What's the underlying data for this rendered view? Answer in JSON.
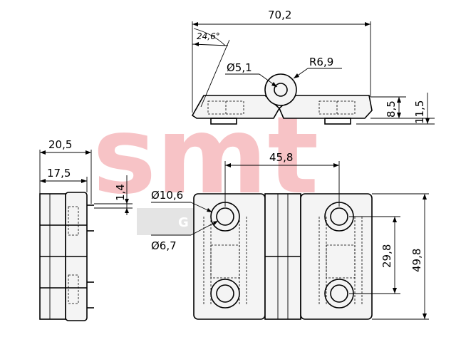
{
  "watermark": {
    "brand": "smt",
    "sub": "G M B H",
    "color": "#f6b9bd",
    "bar_color": "#d8d8d8"
  },
  "dimensions": {
    "top_width": "70,2",
    "angle": "24,6°",
    "pin_dia": "Ø5,1",
    "knuckle_radius": "R6,9",
    "height_small": "8,5",
    "height_large": "11,5",
    "side_total": "20,5",
    "side_body": "17,5",
    "side_pin": "1,4",
    "hole_spacing_h": "45,8",
    "counterbore_dia": "Ø10,6",
    "hole_dia": "Ø6,7",
    "hole_spacing_v": "29,8",
    "overall_height": "49,8"
  }
}
